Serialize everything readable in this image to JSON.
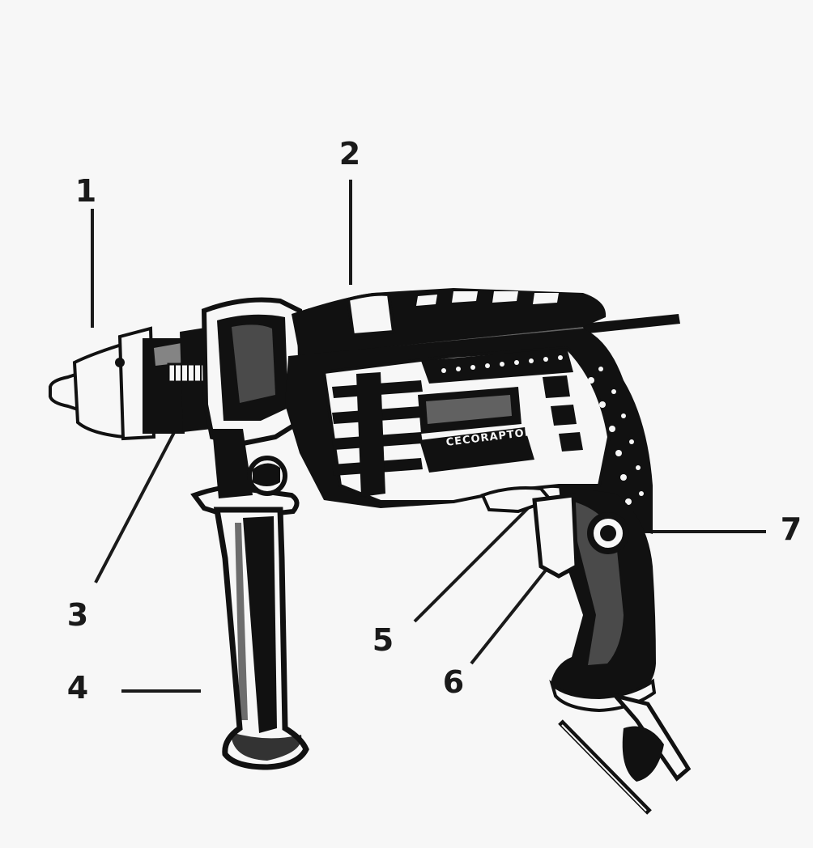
{
  "diagram": {
    "brand_label": "CECORAPTOR",
    "callouts": [
      {
        "id": "1",
        "label": "1"
      },
      {
        "id": "2",
        "label": "2"
      },
      {
        "id": "3",
        "label": "3"
      },
      {
        "id": "4",
        "label": "4"
      },
      {
        "id": "5",
        "label": "5"
      },
      {
        "id": "6",
        "label": "6"
      },
      {
        "id": "7",
        "label": "7"
      }
    ],
    "colors": {
      "background": "#f7f7f7",
      "ink": "#111111",
      "paper": "#f7f7f7"
    }
  }
}
